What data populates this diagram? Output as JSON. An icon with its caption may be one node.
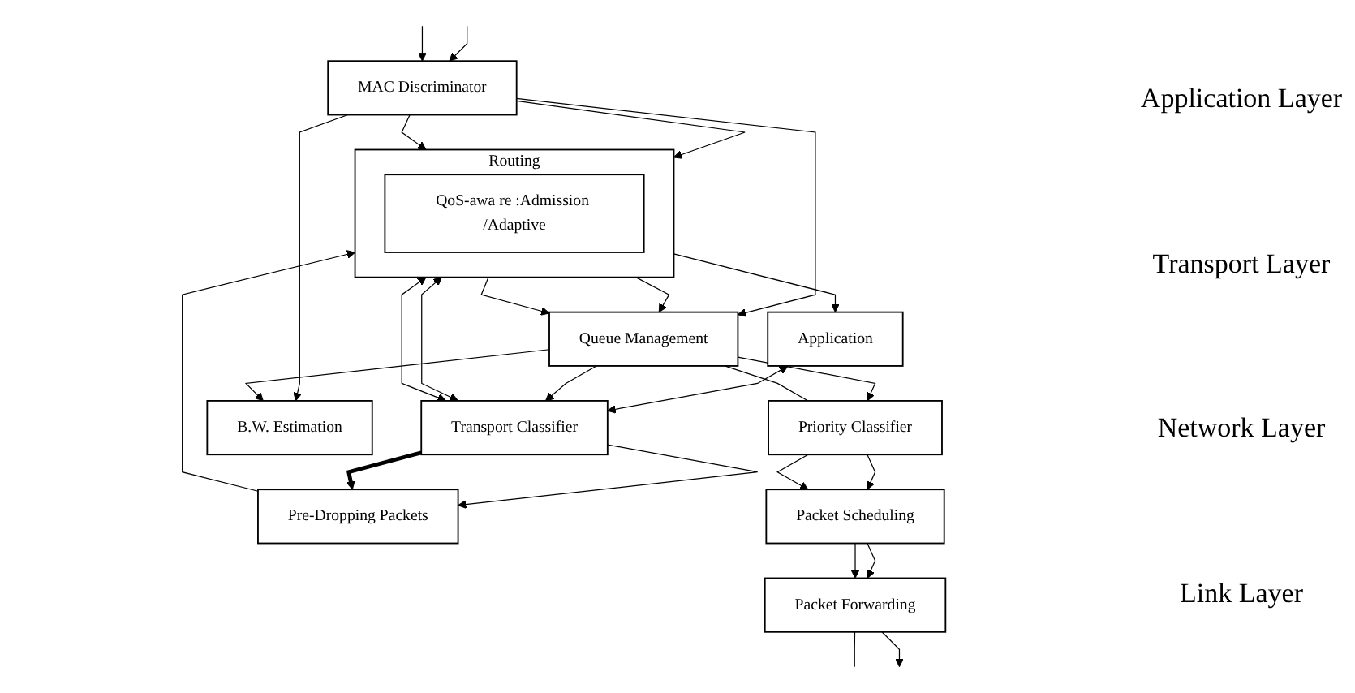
{
  "diagram": {
    "nodes": [
      {
        "text": [
          "Application"
        ]
      },
      {
        "text": [
          "Transport Classifier"
        ]
      },
      {
        "text": [
          "Pre-Dropping Packets"
        ]
      },
      {
        "text": [
          "Routing"
        ]
      },
      {
        "text": [
          "QoS-awa re :Admission /Adaptive"
        ],
        "in": 3
      },
      {
        "text": [
          "Queue Management"
        ]
      },
      {
        "text": [
          "B.W. Estimation"
        ]
      },
      {
        "text": [
          "MAC Discriminator"
        ]
      },
      {
        "text": [
          "Priority Classifier"
        ]
      },
      {
        "text": [
          "Packet Scheduling"
        ]
      },
      {
        "text": [
          "Packet Forwarding"
        ]
      }
    ],
    "edges": [
      {
        "from": 0,
        "to": 1,
        "arrow": "both"
      },
      {
        "from": 1,
        "to": 2,
        "arrow": "to"
      },
      {
        "from": 1,
        "to": 2,
        "arrow": "to",
        "style": "thick"
      },
      {
        "from": 1,
        "to": 3,
        "arrow": "both"
      },
      {
        "from": 1,
        "to": 3,
        "arrow": "both"
      },
      {
        "from": 2,
        "to": 3,
        "arrow": "to"
      },
      {
        "from": 3,
        "to": 0,
        "arrow": "to"
      },
      {
        "from": 3,
        "to": 5,
        "arrow": "to"
      },
      {
        "from": 3,
        "to": 5,
        "arrow": "to"
      },
      {
        "from": 5,
        "to": 1,
        "arrow": "to"
      },
      {
        "from": 7,
        "to": 3,
        "arrow": "to"
      },
      {
        "from": 7,
        "to": 3,
        "arrow": "to"
      },
      {
        "from": 7,
        "to": 5,
        "arrow": "to"
      },
      {
        "from": 7,
        "to": 6,
        "arrow": "to"
      },
      {
        "from": 5,
        "to": 6,
        "arrow": "to"
      },
      {
        "from": 5,
        "to": 8,
        "arrow": "to"
      },
      {
        "from": 5,
        "to": 8,
        "arrow": "none"
      },
      {
        "from": 8,
        "to": 9,
        "arrow": "to"
      },
      {
        "from": 8,
        "to": 9,
        "arrow": "to"
      },
      {
        "from": 9,
        "to": 10,
        "arrow": "to"
      },
      {
        "from": 9,
        "to": 10,
        "arrow": "to"
      },
      {
        "from": 10,
        "to": null,
        "arrow": "none"
      },
      {
        "from": 10,
        "to": null,
        "arrow": "to"
      },
      {
        "from": null,
        "to": 7,
        "arrow": "to"
      },
      {
        "from": null,
        "to": 7,
        "arrow": "to"
      }
    ],
    "labels": [
      "Application Layer",
      "Transport Layer",
      "Network Layer",
      "Link Layer"
    ]
  }
}
